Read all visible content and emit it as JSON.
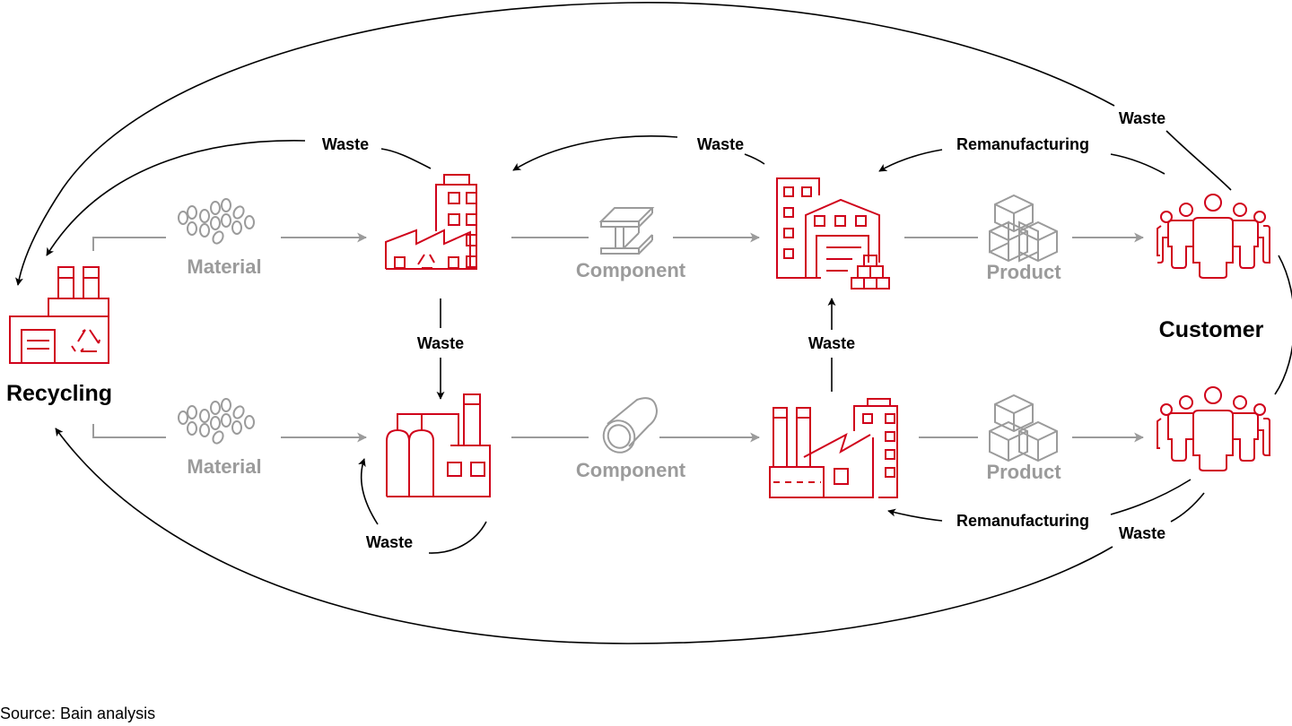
{
  "colors": {
    "accent": "#d0021b",
    "muted": "#9b9b9b",
    "text": "#000000"
  },
  "nodes": {
    "recycling": {
      "label": "Recycling",
      "icon": "recycling-plant-icon"
    },
    "customer": {
      "label": "Customer",
      "icon": "customer-group-icon"
    },
    "top_row": {
      "material": {
        "label": "Material",
        "icon": "pellets-icon"
      },
      "plant": {
        "icon": "factory-recycle-icon"
      },
      "component": {
        "label": "Component",
        "icon": "i-beam-icon"
      },
      "assembler": {
        "icon": "warehouse-icon"
      },
      "product": {
        "label": "Product",
        "icon": "cubes-icon"
      }
    },
    "bottom_row": {
      "material": {
        "label": "Material",
        "icon": "pellets-icon"
      },
      "plant": {
        "icon": "factory-silos-icon"
      },
      "component": {
        "label": "Component",
        "icon": "pipe-icon"
      },
      "assembler": {
        "icon": "factory-chimneys-icon"
      },
      "product": {
        "label": "Product",
        "icon": "cubes-icon"
      }
    }
  },
  "flows": {
    "outer_top_waste": "Waste",
    "top_plant_waste": "Waste",
    "top_assembler_waste": "Waste",
    "top_remanufacturing": "Remanufacturing",
    "plant_down_waste": "Waste",
    "assembler_up_waste": "Waste",
    "bottom_plant_self_waste": "Waste",
    "bottom_remanufacturing": "Remanufacturing",
    "outer_bottom_waste": "Waste"
  },
  "footer": {
    "source": "Source: Bain analysis"
  }
}
